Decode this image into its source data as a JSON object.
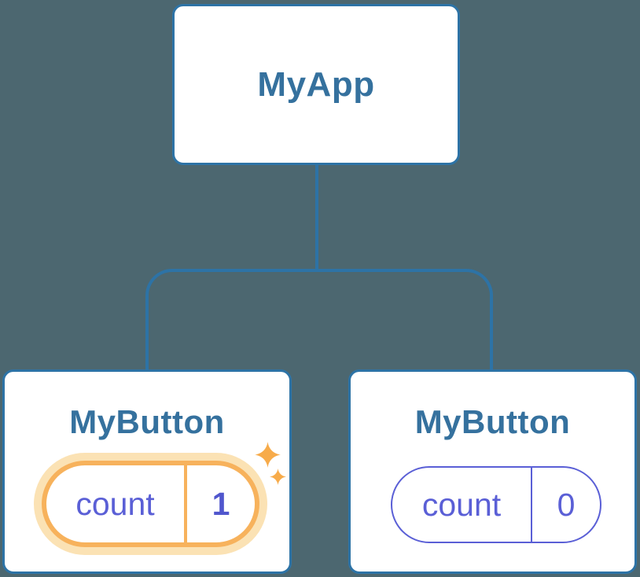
{
  "diagram": {
    "background_color": "#4c6770",
    "root": {
      "label": "MyApp"
    },
    "children": [
      {
        "label": "MyButton",
        "state": {
          "key": "count",
          "value": "1"
        },
        "highlighted": true
      },
      {
        "label": "MyButton",
        "state": {
          "key": "count",
          "value": "0"
        },
        "highlighted": false
      }
    ]
  },
  "colors": {
    "connector_blue": "#2d73a6",
    "node_border_blue": "#2d73a6",
    "node_title_blue": "#35719e",
    "state_indigo": "#5a5fd6",
    "state_value_bold_indigo": "#5056cd",
    "highlight_orange": "#f7b25c",
    "highlight_glow": "#fbe2b4",
    "sparkle_orange": "#f7ab4a",
    "card_background": "#ffffff"
  },
  "icons": {
    "sparkle_large": "sparkle-icon",
    "sparkle_small": "sparkle-icon"
  }
}
